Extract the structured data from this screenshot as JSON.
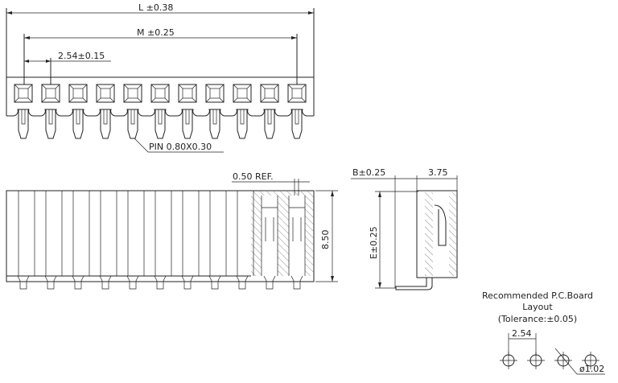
{
  "top_view": {
    "pin_count": 11,
    "dim_L": "L  ±0.38",
    "dim_M": "M  ±0.25",
    "dim_pitch": "2.54±0.15",
    "pin_note": "PIN  0.80X0.30"
  },
  "front_view": {
    "dim_ref": "0.50  REF.",
    "dim_height": "8.50"
  },
  "side_view": {
    "dim_B": "B±0.25",
    "dim_depth": "3.75",
    "dim_E": "E±0.25"
  },
  "pcb_layout": {
    "title_line1": "Recommended  P.C.Board",
    "title_line2": "Layout",
    "title_line3": "(Tolerance:±0.05)",
    "dim_pitch": "2.54",
    "dim_hole": "ø1.02",
    "hole_count": 4
  },
  "colors": {
    "line": "#222222",
    "background": "#ffffff"
  }
}
